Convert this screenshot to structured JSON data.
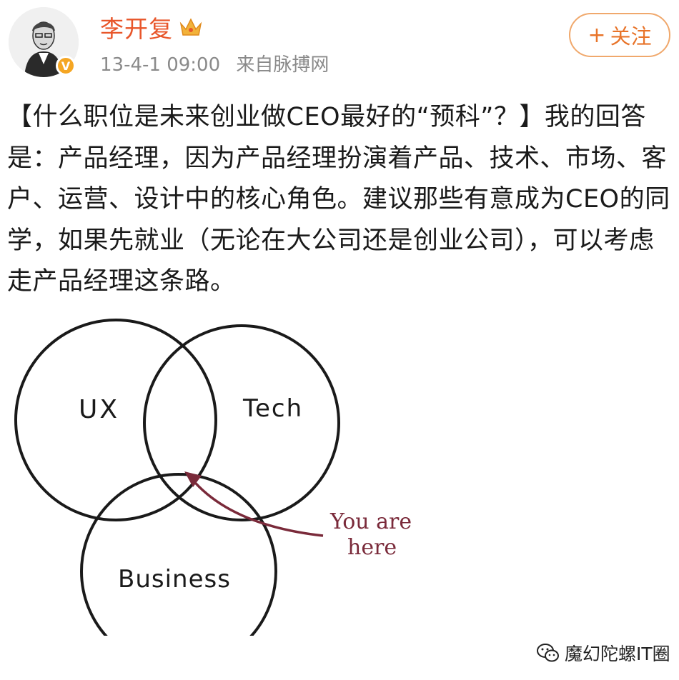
{
  "post": {
    "author": "李开复",
    "timestamp": "13-4-1 09:00",
    "source": "来自脉搏网",
    "follow_label": "关注",
    "follow_prefix": "+",
    "text": "【什么职位是未来创业做CEO最好的“预科”？】我的回答是：产品经理，因为产品经理扮演着产品、技术、市场、客户、运营、设计中的核心角色。建议那些有意成为CEO的同学，如果先就业（无论在大公司还是创业公司），可以考虑走产品经理这条路。"
  },
  "diagram": {
    "circle_ux": "UX",
    "circle_tech": "Tech",
    "circle_business": "Business",
    "pointer_line1": "You are",
    "pointer_line2": "here"
  },
  "watermark": {
    "text": "魔幻陀螺IT圈",
    "icon": "wechat-icon"
  },
  "colors": {
    "author": "#e8562a",
    "follow": "#e8742a",
    "pointer": "#7a2a3a"
  }
}
